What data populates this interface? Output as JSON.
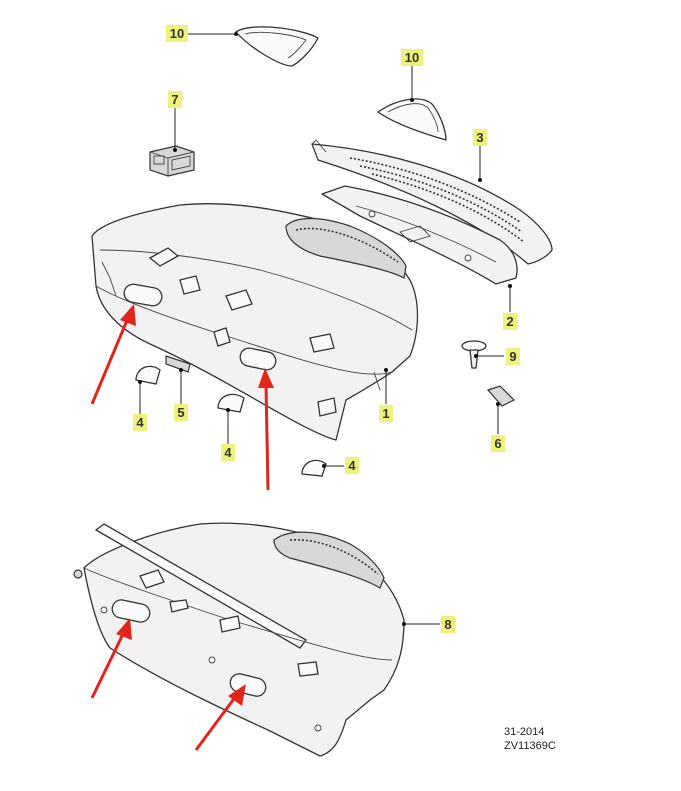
{
  "callouts": [
    {
      "id": "c10a",
      "label": "10"
    },
    {
      "id": "c10b",
      "label": "10"
    },
    {
      "id": "c7",
      "label": "7"
    },
    {
      "id": "c3",
      "label": "3"
    },
    {
      "id": "c2",
      "label": "2"
    },
    {
      "id": "c9",
      "label": "9"
    },
    {
      "id": "c1",
      "label": "1"
    },
    {
      "id": "c6",
      "label": "6"
    },
    {
      "id": "c4a",
      "label": "4"
    },
    {
      "id": "c5",
      "label": "5"
    },
    {
      "id": "c4b",
      "label": "4"
    },
    {
      "id": "c4c",
      "label": "4"
    },
    {
      "id": "c8",
      "label": "8"
    }
  ],
  "reference": {
    "line1": "31-2014",
    "line2": "ZV11369C"
  },
  "colors": {
    "callout_highlight": "#eef27a",
    "arrow": "#e3241b"
  }
}
